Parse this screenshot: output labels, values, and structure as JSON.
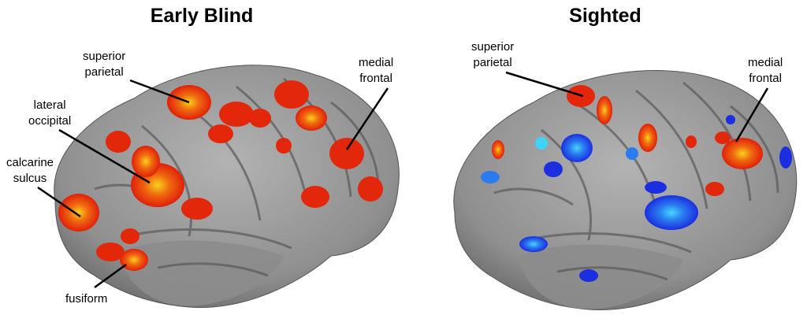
{
  "panels": {
    "left": {
      "title": "Early Blind",
      "labels": {
        "superior_parietal": "superior\nparietal",
        "medial_frontal": "medial\nfrontal",
        "lateral_occipital": "lateral\noccipital",
        "calcarine_sulcus": "calcarine\nsulcus",
        "fusiform": "fusiform"
      }
    },
    "right": {
      "title": "Sighted",
      "labels": {
        "superior_parietal": "superior\nparietal",
        "medial_frontal": "medial\nfrontal"
      }
    }
  },
  "colors": {
    "cortex_light": "#9a9a9a",
    "cortex_dark": "#6e6e6e",
    "activation_hot": "#e8250c",
    "activation_peak": "#f5c518",
    "deactivation": "#1f3fe0",
    "deactivation_peak": "#3fd3ff"
  }
}
